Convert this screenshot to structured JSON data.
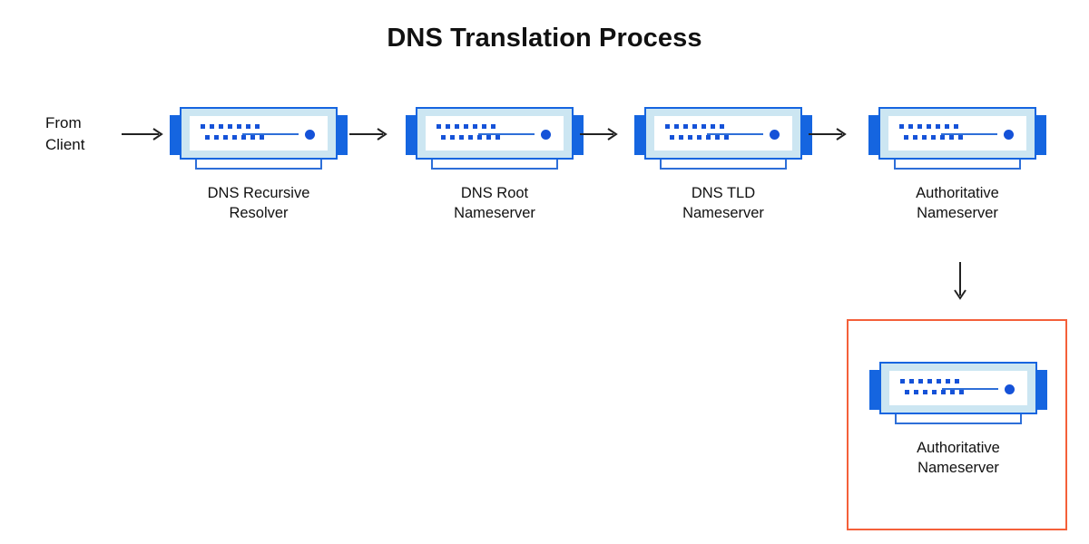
{
  "diagram": {
    "title": "DNS Translation Process",
    "type": "flow-diagram",
    "background_color": "#FFFFFF",
    "source_label": "From\nClient",
    "colors": {
      "accent_blue": "#1565E0",
      "dot_blue": "#1552D8",
      "body_fill": "#CCE6F2",
      "line_blue": "#2E6FD8",
      "highlight_border": "#F4603A",
      "text": "#111111",
      "arrow": "#222222"
    },
    "nodes": [
      {
        "id": "recursive-resolver",
        "label": "DNS Recursive\nResolver",
        "icon": "server-icon"
      },
      {
        "id": "root-nameserver",
        "label": "DNS Root\nNameserver",
        "icon": "server-icon"
      },
      {
        "id": "tld-nameserver",
        "label": "DNS TLD\nNameserver",
        "icon": "server-icon"
      },
      {
        "id": "authoritative-nameserver",
        "label": "Authoritative\nNameserver",
        "icon": "server-icon"
      }
    ],
    "highlight": {
      "label": "Authoritative\nNameserver",
      "icon": "server-icon",
      "border_color": "#F4603A"
    },
    "arrows": [
      {
        "id": "client-to-resolver",
        "direction": "right",
        "glyph": "→"
      },
      {
        "id": "resolver-to-root",
        "direction": "right",
        "glyph": "→"
      },
      {
        "id": "root-to-tld",
        "direction": "right",
        "glyph": "→"
      },
      {
        "id": "tld-to-authoritative",
        "direction": "right",
        "glyph": "→"
      },
      {
        "id": "authoritative-to-highlight",
        "direction": "down",
        "glyph": "↓"
      }
    ]
  }
}
